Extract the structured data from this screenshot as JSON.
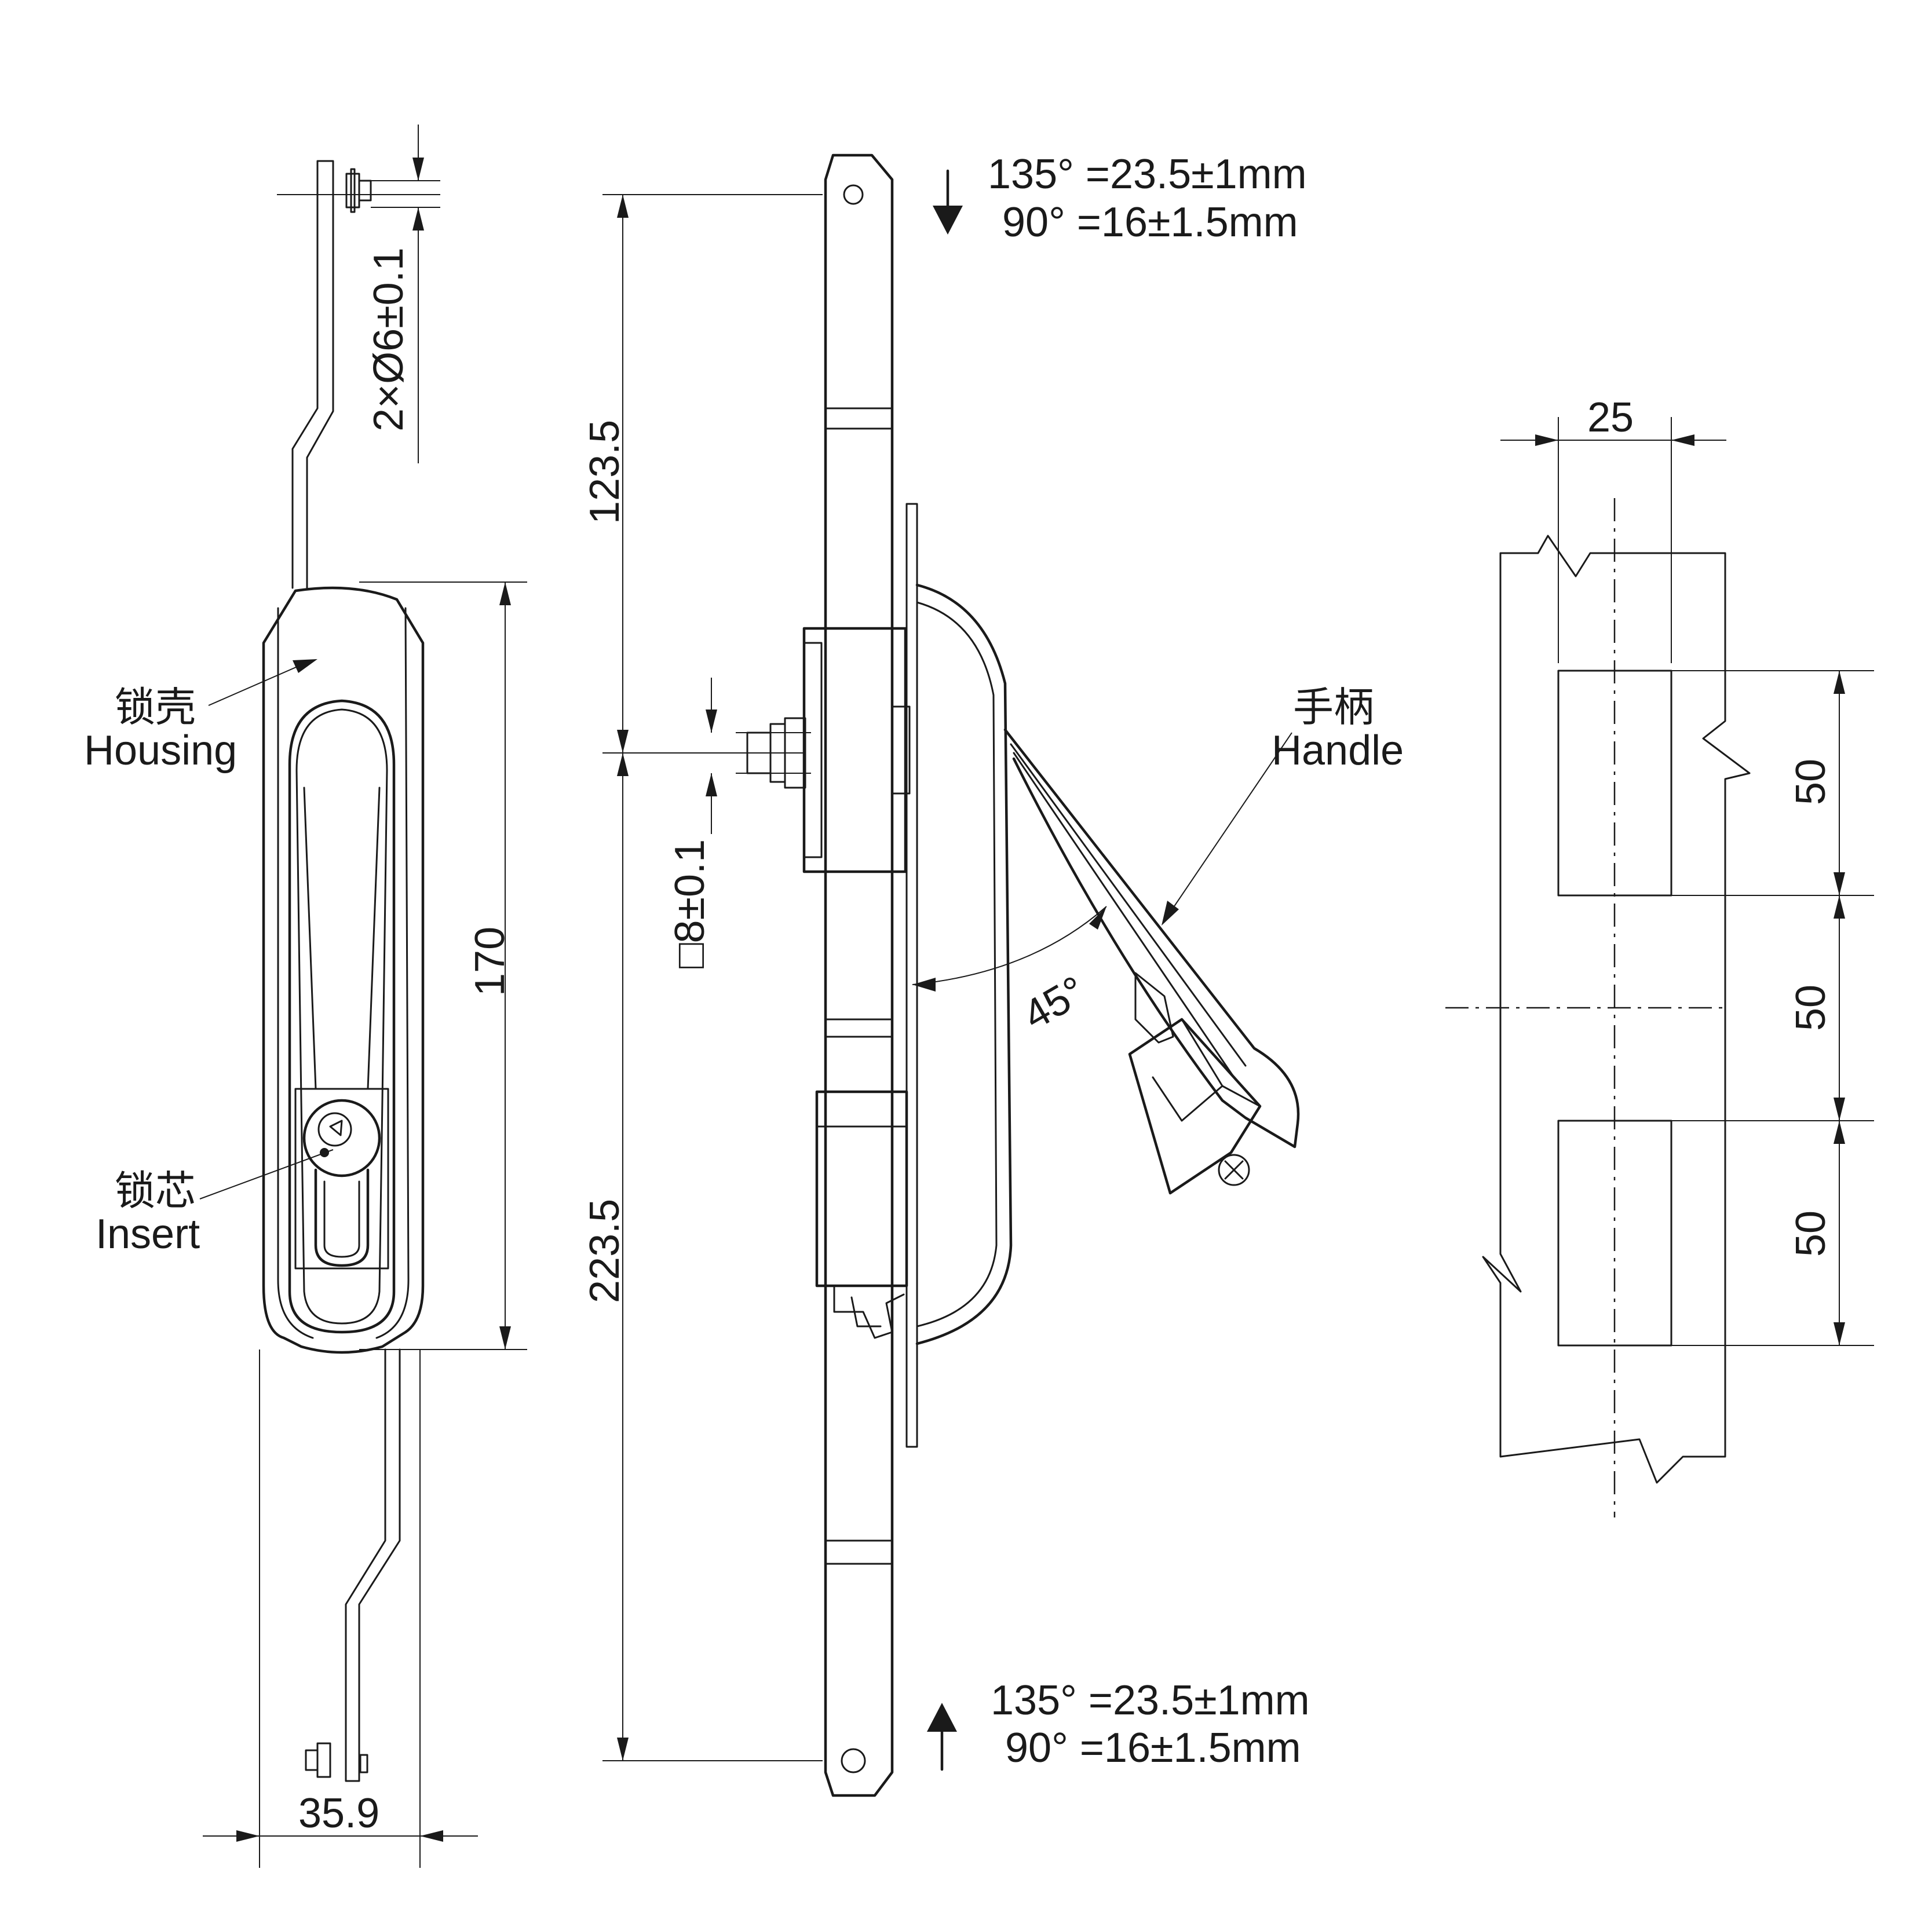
{
  "front_view": {
    "label_housing_cn": "锁壳",
    "label_housing_en": "Housing",
    "label_insert_cn": "锁芯",
    "label_insert_en": "Insert",
    "dim_hole": "2×Ø6±0.1",
    "dim_height": "170",
    "dim_width": "35.9"
  },
  "side_view": {
    "stroke_top_line1": "135° =23.5±1mm",
    "stroke_top_line2": "90° =16±1.5mm",
    "stroke_bottom_line1": "135° =23.5±1mm",
    "stroke_bottom_line2": "90° =16±1.5mm",
    "dim_upper": "123.5",
    "dim_lower": "223.5",
    "dim_square": "□8±0.1",
    "angle": "45°",
    "label_handle_cn": "手柄",
    "label_handle_en": "Handle"
  },
  "cutout_view": {
    "dim_width": "25",
    "dim_a": "50",
    "dim_b": "50",
    "dim_c": "50"
  }
}
